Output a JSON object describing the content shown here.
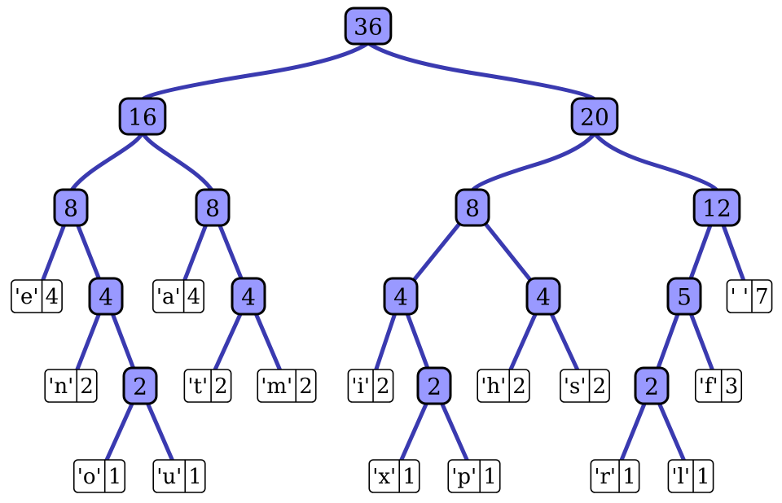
{
  "colors": {
    "internal_fill": "#9999ff",
    "edge": "#3a3ab0",
    "leaf_fill": "#ffffff",
    "outline": "#000000"
  },
  "tree": {
    "root": {
      "weight": "36",
      "children": [
        {
          "weight": "16",
          "children": [
            {
              "weight": "8",
              "children": [
                {
                  "symbol": "'e'",
                  "count": "4"
                },
                {
                  "weight": "4",
                  "children": [
                    {
                      "symbol": "'n'",
                      "count": "2"
                    },
                    {
                      "weight": "2",
                      "children": [
                        {
                          "symbol": "'o'",
                          "count": "1"
                        },
                        {
                          "symbol": "'u'",
                          "count": "1"
                        }
                      ]
                    }
                  ]
                }
              ]
            },
            {
              "weight": "8",
              "children": [
                {
                  "symbol": "'a'",
                  "count": "4"
                },
                {
                  "weight": "4",
                  "children": [
                    {
                      "symbol": "'t'",
                      "count": "2"
                    },
                    {
                      "symbol": "'m'",
                      "count": "2"
                    }
                  ]
                }
              ]
            }
          ]
        },
        {
          "weight": "20",
          "children": [
            {
              "weight": "8",
              "children": [
                {
                  "weight": "4",
                  "children": [
                    {
                      "symbol": "'i'",
                      "count": "2"
                    },
                    {
                      "weight": "2",
                      "children": [
                        {
                          "symbol": "'x'",
                          "count": "1"
                        },
                        {
                          "symbol": "'p'",
                          "count": "1"
                        }
                      ]
                    }
                  ]
                },
                {
                  "weight": "4",
                  "children": [
                    {
                      "symbol": "'h'",
                      "count": "2"
                    },
                    {
                      "symbol": "'s'",
                      "count": "2"
                    }
                  ]
                }
              ]
            },
            {
              "weight": "12",
              "children": [
                {
                  "weight": "5",
                  "children": [
                    {
                      "weight": "2",
                      "children": [
                        {
                          "symbol": "'r'",
                          "count": "1"
                        },
                        {
                          "symbol": "'l'",
                          "count": "1"
                        }
                      ]
                    },
                    {
                      "symbol": "'f'",
                      "count": "3"
                    }
                  ]
                },
                {
                  "symbol": "' '",
                  "count": "7"
                }
              ]
            }
          ]
        }
      ]
    }
  }
}
